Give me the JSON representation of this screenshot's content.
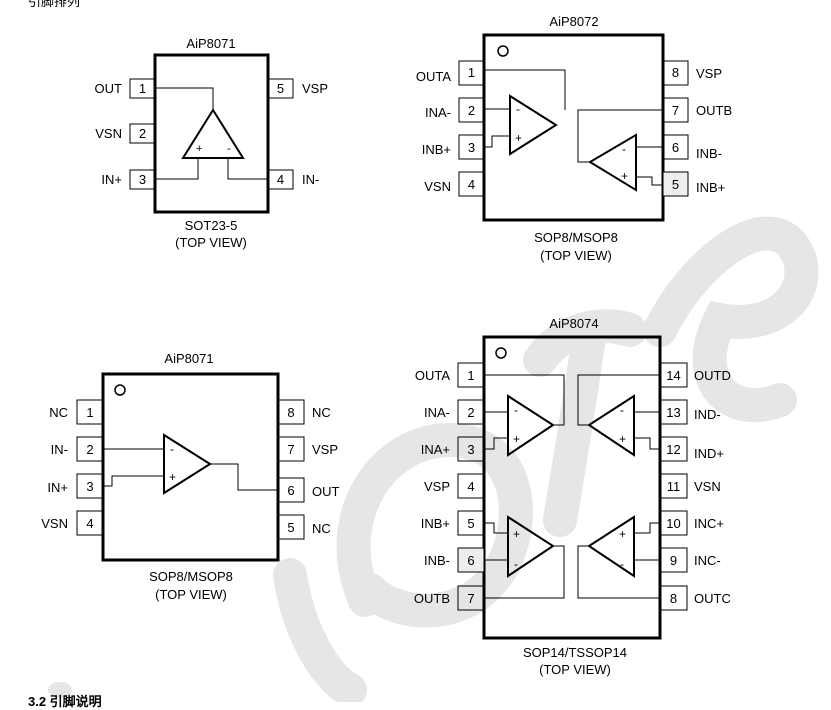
{
  "page": {
    "heading_top": "引脚排列",
    "heading_bottom": "3.2 引脚说明"
  },
  "diagrams": {
    "sot23": {
      "title": "AiP8071",
      "package": "SOT23-5",
      "view": "(TOP VIEW)",
      "pins": [
        {
          "num": "1",
          "name": "OUT"
        },
        {
          "num": "2",
          "name": "VSN"
        },
        {
          "num": "3",
          "name": "IN+"
        },
        {
          "num": "4",
          "name": "IN-"
        },
        {
          "num": "5",
          "name": "VSP"
        }
      ]
    },
    "aip8072": {
      "title": "AiP8072",
      "package": "SOP8/MSOP8",
      "view": "(TOP VIEW)",
      "pins": [
        {
          "num": "1",
          "name": "OUTA"
        },
        {
          "num": "2",
          "name": "INA-"
        },
        {
          "num": "3",
          "name": "INB+"
        },
        {
          "num": "4",
          "name": "VSN"
        },
        {
          "num": "5",
          "name": "INB+"
        },
        {
          "num": "6",
          "name": "INB-"
        },
        {
          "num": "7",
          "name": "OUTB"
        },
        {
          "num": "8",
          "name": "VSP"
        }
      ]
    },
    "aip8071_sop8": {
      "title": "AiP8071",
      "package": "SOP8/MSOP8",
      "view": "(TOP VIEW)",
      "pins": [
        {
          "num": "1",
          "name": "NC"
        },
        {
          "num": "2",
          "name": "IN-"
        },
        {
          "num": "3",
          "name": "IN+"
        },
        {
          "num": "4",
          "name": "VSN"
        },
        {
          "num": "5",
          "name": "NC"
        },
        {
          "num": "6",
          "name": "OUT"
        },
        {
          "num": "7",
          "name": "VSP"
        },
        {
          "num": "8",
          "name": "NC"
        }
      ]
    },
    "aip8074": {
      "title": "AiP8074",
      "package": "SOP14/TSSOP14",
      "view": "(TOP VIEW)",
      "pins": [
        {
          "num": "1",
          "name": "OUTA"
        },
        {
          "num": "2",
          "name": "INA-"
        },
        {
          "num": "3",
          "name": "INA+"
        },
        {
          "num": "4",
          "name": "VSP"
        },
        {
          "num": "5",
          "name": "INB+"
        },
        {
          "num": "6",
          "name": "INB-"
        },
        {
          "num": "7",
          "name": "OUTB"
        },
        {
          "num": "8",
          "name": "OUTC"
        },
        {
          "num": "9",
          "name": "INC-"
        },
        {
          "num": "10",
          "name": "INC+"
        },
        {
          "num": "11",
          "name": "VSN"
        },
        {
          "num": "12",
          "name": "IND+"
        },
        {
          "num": "13",
          "name": "IND-"
        },
        {
          "num": "14",
          "name": "OUTD"
        }
      ]
    }
  },
  "symbols": {
    "minus": "-",
    "plus": "+"
  },
  "watermark": {
    "text": "icore",
    "color": "#e6e6e6"
  }
}
